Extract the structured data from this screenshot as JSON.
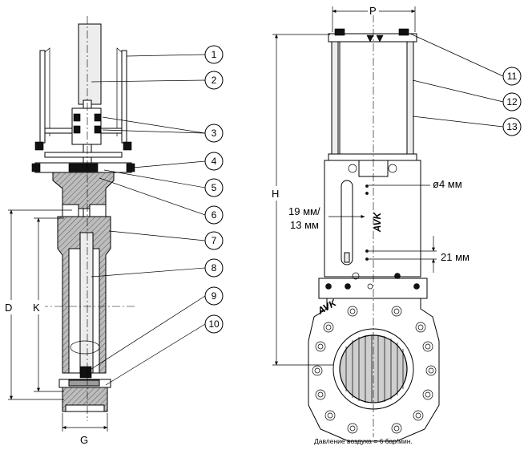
{
  "dimensions": {
    "D": "D",
    "K": "K",
    "G": "G",
    "H": "H",
    "P": "P",
    "hole": "ø4 мм",
    "stroke_line1": "19 мм/",
    "stroke_line2": "13 мм",
    "gap": "21 мм"
  },
  "callouts": [
    "1",
    "2",
    "3",
    "4",
    "5",
    "6",
    "7",
    "8",
    "9",
    "10",
    "11",
    "12",
    "13"
  ],
  "logo_text": "AVK",
  "note": "Давление воздуха = 6 бар/мин."
}
